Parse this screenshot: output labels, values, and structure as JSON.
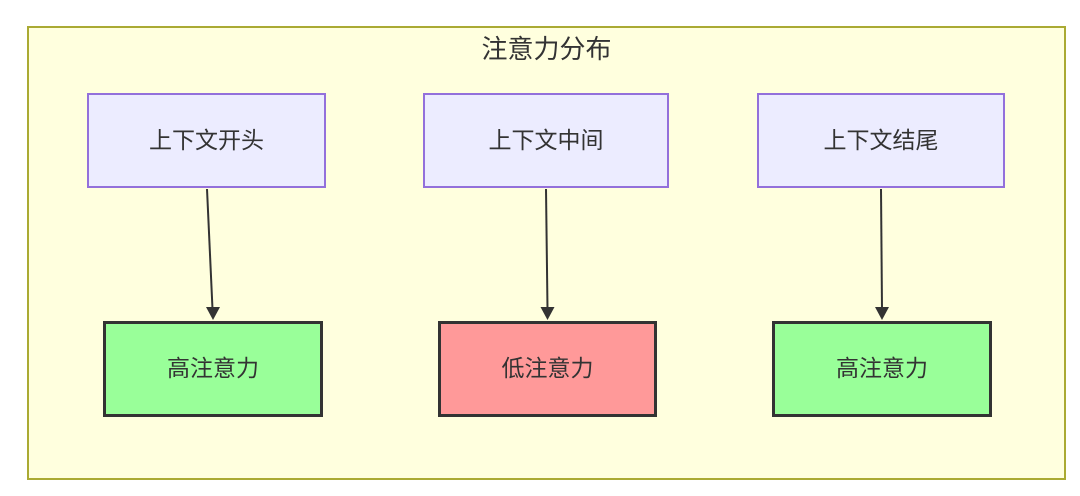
{
  "diagram": {
    "title": "注意力分布",
    "nodes": {
      "sources": [
        {
          "label": "上下文开头"
        },
        {
          "label": "上下文中间"
        },
        {
          "label": "上下文结尾"
        }
      ],
      "results": [
        {
          "label": "高注意力",
          "level": "high"
        },
        {
          "label": "低注意力",
          "level": "low"
        },
        {
          "label": "高注意力",
          "level": "high"
        }
      ]
    },
    "edges": [
      {
        "from": "上下文开头",
        "to": "高注意力"
      },
      {
        "from": "上下文中间",
        "to": "低注意力"
      },
      {
        "from": "上下文结尾",
        "to": "高注意力"
      }
    ],
    "colors": {
      "cluster_background": "#ffffde",
      "cluster_border": "#aaaa33",
      "source_node_background": "#ececff",
      "source_node_border": "#9370db",
      "high_attention_background": "#99ff99",
      "low_attention_background": "#ff9999",
      "result_node_border": "#333333",
      "text": "#333333",
      "arrow": "#333333"
    }
  }
}
